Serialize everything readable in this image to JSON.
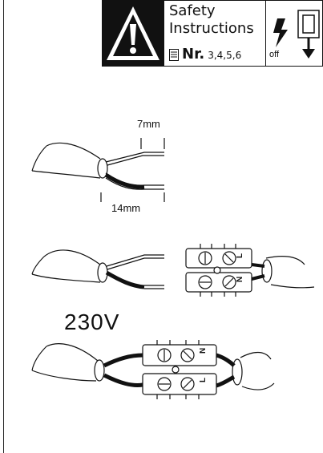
{
  "header": {
    "safety_line1": "Safety",
    "safety_line2": "Instructions",
    "nr_label": "Nr.",
    "nr_values": "3,4,5,6",
    "off_label": "off"
  },
  "figure": {
    "strip_short": "7mm",
    "strip_long": "14mm",
    "voltage": "230V"
  }
}
